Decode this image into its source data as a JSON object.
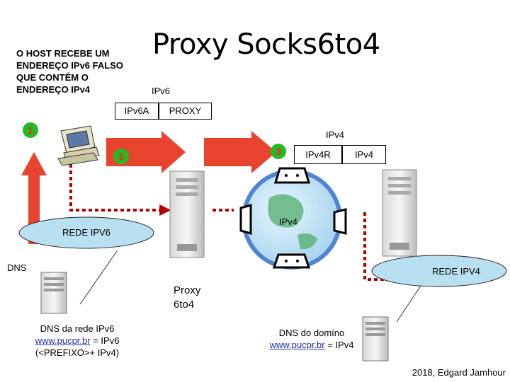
{
  "title": "Proxy Socks6to4",
  "note": [
    "O HOST RECEBE UM",
    "ENDEREÇO IPv6 FALSO",
    "QUE CONTÉM O",
    "ENDEREÇO IPv4"
  ],
  "labels": {
    "ipv6": "IPv6",
    "ipv6a": "IPv6A",
    "proxy": "PROXY",
    "ipv4_top": "IPv4",
    "ipv4r": "IPv4R",
    "ipv4_right": "IPv4",
    "ipv4_cloud": "IPv4",
    "rede_ipv6": "REDE IPV6",
    "rede_ipv4": "REDE IPV4",
    "dns": "DNS",
    "proxy_server_line1": "Proxy",
    "proxy_server_line2": "6to4"
  },
  "steps": [
    "1",
    "2",
    "3"
  ],
  "dns_ipv6": {
    "line1": "DNS da rede IPv6",
    "link": "www.pucpr.br",
    "eq": " = IPv6",
    "line3": "(<PREFIXO>+ IPv4)"
  },
  "dns_ipv4": {
    "line1": "DNS do domíno",
    "link": "www.pucpr.br",
    "eq": " = IPv4"
  },
  "credit": "2018, Edgard Jamhour",
  "colors": {
    "arrow_red": "#e8432f",
    "badge_green": "#22bb22",
    "network_ring": "#4f86d4",
    "cloud_fill": "#b8e0f0",
    "dotted_path": "#b00000"
  }
}
